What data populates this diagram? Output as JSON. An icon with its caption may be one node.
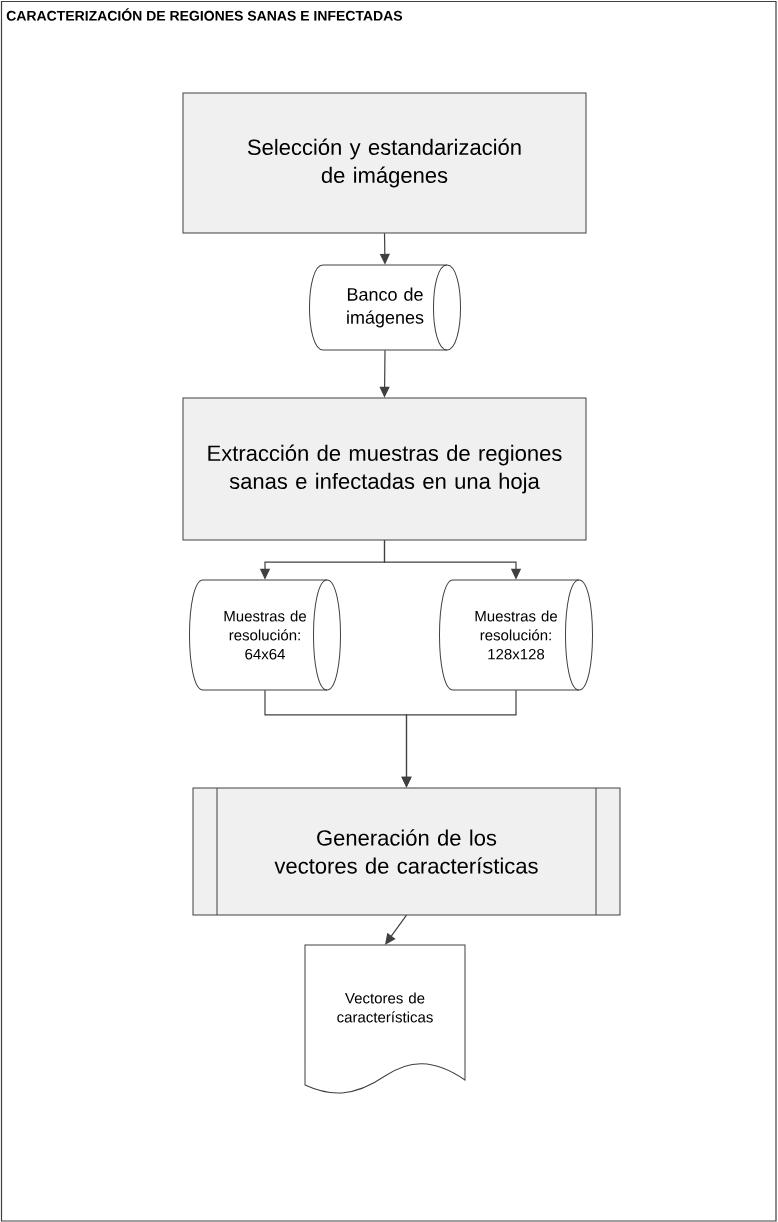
{
  "diagram": {
    "title": "CARACTERIZACIÓN DE REGIONES SANAS E INFECTADAS",
    "nodes": [
      {
        "text": [
          "Selección y estandarización de imágenes"
        ]
      },
      {
        "text": [
          "Banco de imágenes"
        ]
      },
      {
        "text": [
          "Extracción de muestras de regiones sanas e infectadas en una hoja"
        ]
      },
      {
        "text": [
          "Muestras de resolución: 64x64"
        ]
      },
      {
        "text": [
          "Muestras de resolución: 128x128"
        ]
      },
      {
        "text": [
          "Generación de los vectores de características"
        ]
      },
      {
        "text": [
          "Vectores de características"
        ]
      }
    ],
    "edges": [
      {
        "from": 0,
        "to": 1,
        "arrow": "to"
      },
      {
        "from": 1,
        "to": 2,
        "arrow": "to"
      },
      {
        "from": 2,
        "to": 3,
        "arrow": "to"
      },
      {
        "from": 2,
        "to": 4,
        "arrow": "to"
      },
      {
        "from": 3,
        "to": 5,
        "arrow": "to"
      },
      {
        "from": 4,
        "to": 5,
        "arrow": "to"
      },
      {
        "from": 5,
        "to": 6,
        "arrow": "to"
      }
    ]
  }
}
